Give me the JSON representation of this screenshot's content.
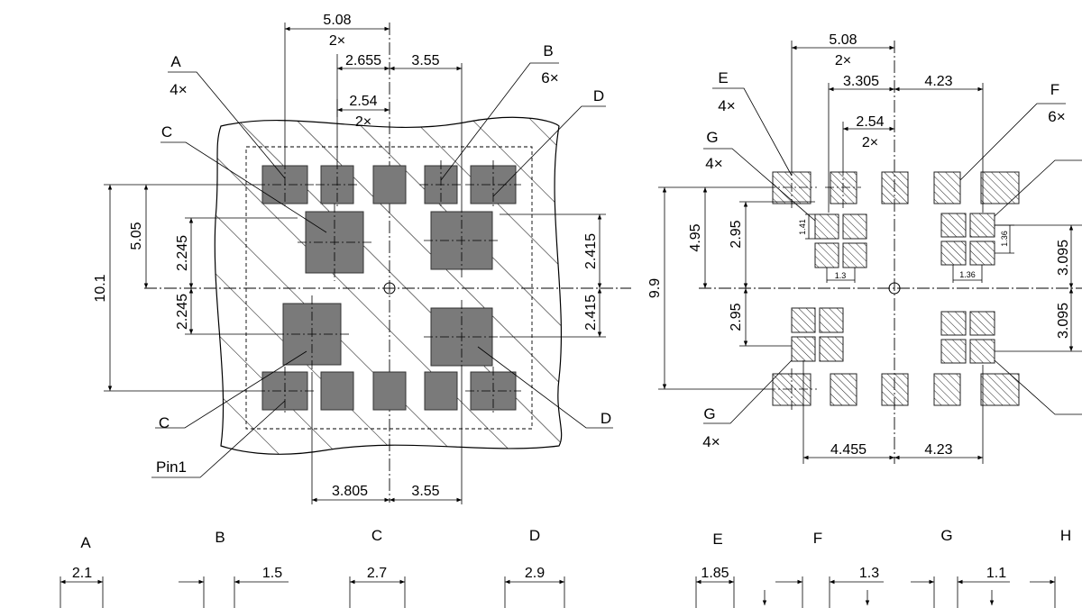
{
  "left_view": {
    "labels": {
      "A": "A",
      "A_count": "4×",
      "B": "B",
      "B_count": "6×",
      "C1": "C",
      "C2": "C",
      "D1": "D",
      "D2": "D",
      "pin1": "Pin1"
    },
    "dims": {
      "top_508": "5.08",
      "top_508_count": "2×",
      "top_2655": "2.655",
      "top_355": "3.55",
      "top_254": "2.54",
      "top_254_count": "2×",
      "left_101": "10.1",
      "left_505": "5.05",
      "left_2245a": "2.245",
      "left_2245b": "2.245",
      "right_2415a": "2.415",
      "right_2415b": "2.415",
      "bot_3805": "3.805",
      "bot_355": "3.55"
    }
  },
  "right_view": {
    "labels": {
      "E": "E",
      "E_count": "4×",
      "F": "F",
      "F_count": "6×",
      "G1": "G",
      "G1_count": "4×",
      "G2": "G",
      "G2_count": "4×"
    },
    "dims": {
      "top_508": "5.08",
      "top_508_count": "2×",
      "top_3305": "3.305",
      "top_423": "4.23",
      "top_254": "2.54",
      "top_254_count": "2×",
      "left_99": "9.9",
      "left_495": "4.95",
      "left_295a": "2.95",
      "left_295b": "2.95",
      "small_141": "1.41",
      "small_13": "1.3",
      "small_136a": "1.36",
      "small_136b": "1.36",
      "right_3095a": "3.095",
      "right_3095b": "3.095",
      "bot_4455": "4.455",
      "bot_423": "4.23"
    }
  },
  "details": [
    {
      "letter": "A",
      "width": "2.1"
    },
    {
      "letter": "B",
      "width": "1.5"
    },
    {
      "letter": "C",
      "width": "2.7"
    },
    {
      "letter": "D",
      "width": "2.9"
    },
    {
      "letter": "E",
      "width": "1.85"
    },
    {
      "letter": "F",
      "width": "1.3"
    },
    {
      "letter": "G",
      "width": "1.1"
    },
    {
      "letter": "H",
      "width": ""
    }
  ]
}
